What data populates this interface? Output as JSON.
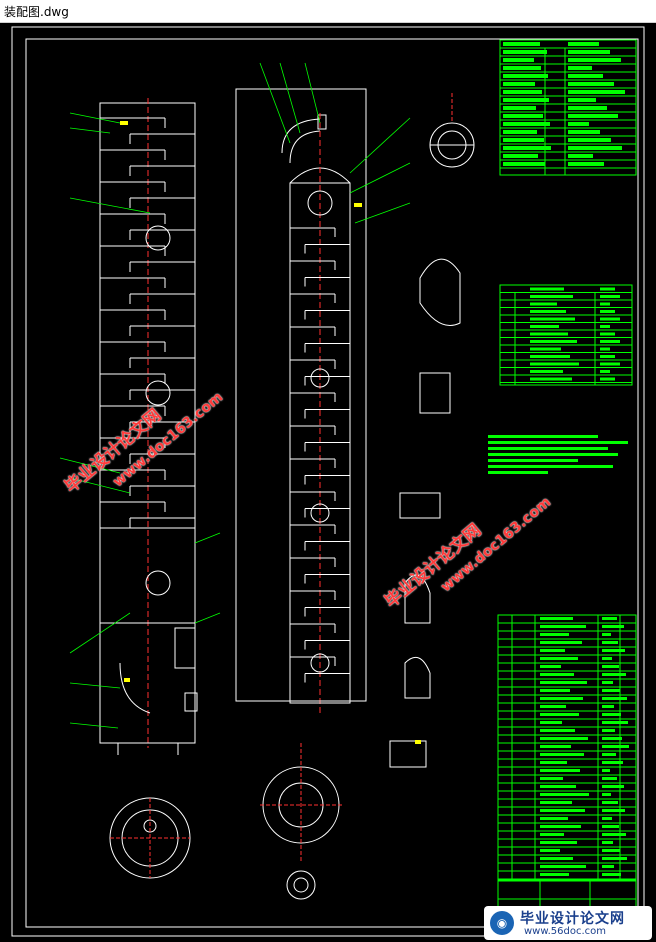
{
  "window": {
    "title": "装配图.dwg"
  },
  "watermark": {
    "cn": "毕业设计论文网",
    "url_diag": "www.doc163.com",
    "bottom_cn": "毕业设计论文网",
    "bottom_url": "www.56doc.com"
  },
  "colors": {
    "background": "#000000",
    "frame": "#ffffff",
    "geometry": "#ffffff",
    "tables": "#00ff00",
    "centerline": "#ff3030",
    "leader": "#00ff00",
    "watermark_text": "#ff3b3b",
    "accent_yellow": "#ffff00"
  }
}
